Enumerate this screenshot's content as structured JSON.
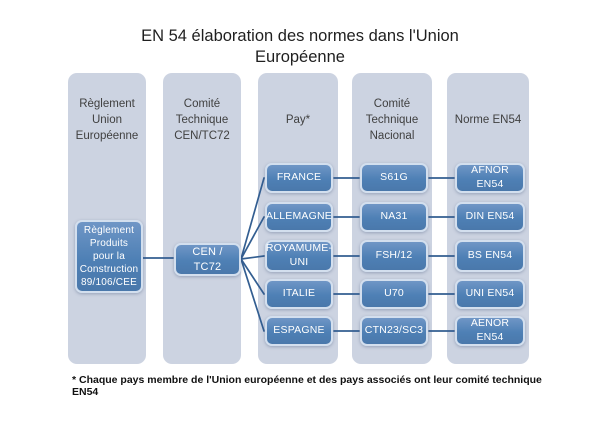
{
  "page": {
    "title": "EN 54 élaboration des normes dans l'Union Européenne",
    "footnote": "* Chaque pays membre de l'Union européenne et des pays associés ont leur comité technique EN54"
  },
  "diagram": {
    "columns": [
      {
        "id": "reglement-ue",
        "header": "Règlement Union Européenne"
      },
      {
        "id": "comite-cen",
        "header": "Comité Technique CEN/TC72"
      },
      {
        "id": "pays",
        "header": "Pay*"
      },
      {
        "id": "comite-national",
        "header": "Comité Technique Nacional"
      },
      {
        "id": "norme-en54",
        "header": "Norme EN54"
      }
    ],
    "reglement_box": "Règlement Produits pour la Construction 89/106/CEE",
    "cen_box": "CEN / TC72",
    "rows": [
      {
        "pays": "FRANCE",
        "comite": "S61G",
        "norme": "AFNOR EN54"
      },
      {
        "pays": "ALLEMAGNE",
        "comite": "NA31",
        "norme": "DIN EN54"
      },
      {
        "pays": "ROYAMUME-UNI",
        "comite": "FSH/12",
        "norme": "BS EN54"
      },
      {
        "pays": "ITALIE",
        "comite": "U70",
        "norme": "UNI EN54"
      },
      {
        "pays": "ESPAGNE",
        "comite": "CTN23/SC3",
        "norme": "AENOR EN54"
      }
    ],
    "colors": {
      "panel_bg": "#ccd3e1",
      "box_fill": "#4e80b5",
      "box_border": "#d3dfee",
      "box_text": "#ffffff",
      "connector": "#335e91",
      "header_text": "#404040",
      "title_text": "#1f1f1f"
    }
  }
}
